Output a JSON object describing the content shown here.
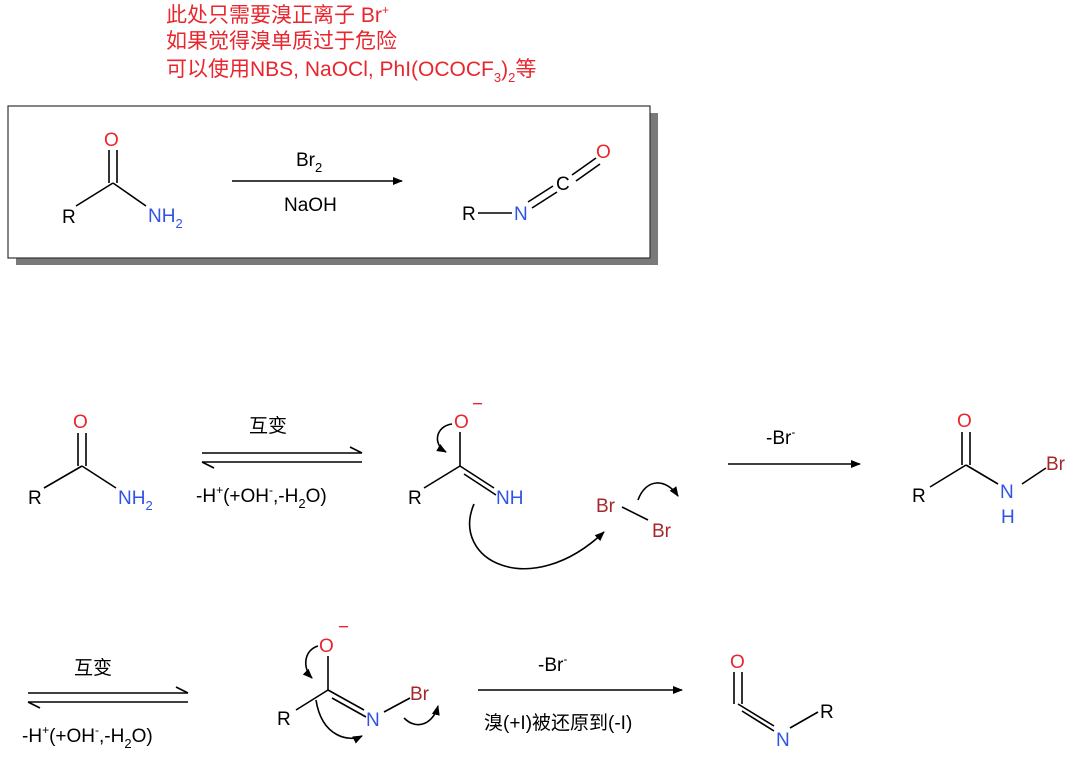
{
  "note": {
    "line1": "此处只需要溴正离子 Br",
    "line1_sup": "+",
    "line2": "如果觉得溴单质过于危险",
    "line3_a": "可以使用NBS, NaOCl, PhI(OCOCF",
    "line3_sub1": "3",
    "line3_b": ")",
    "line3_sub2": "2",
    "line3_c": "等"
  },
  "atoms": {
    "R": "R",
    "O": "O",
    "N": "N",
    "NH": "NH",
    "NH2_main": "NH",
    "NH2_sub": "2",
    "C": "C",
    "H": "H",
    "Br": "Br",
    "minus": "−"
  },
  "reagents": {
    "br2_main": "Br",
    "br2_sub": "2",
    "naoh": "NaOH",
    "tautomer": "互变",
    "loss_a": "-H",
    "loss_sup1": "+",
    "loss_b": "(+OH",
    "loss_sup2": "-",
    "loss_c": ",-H",
    "loss_sub": "2",
    "loss_d": "O)",
    "minus_br": "-Br",
    "minus_sup": "-",
    "reduction": "溴(+I)被还原到(-I)"
  },
  "colors": {
    "oxygen": "#e8262e",
    "nitrogen": "#2f53e6",
    "bromine": "#a4272b",
    "note": "#e8262e",
    "bond": "#000000"
  }
}
